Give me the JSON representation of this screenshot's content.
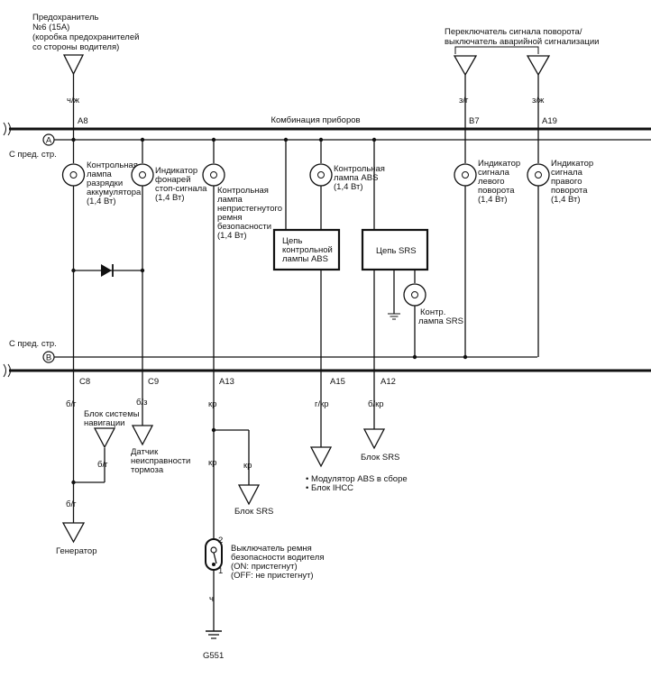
{
  "fuse": {
    "l1": "Предохранитель",
    "l2": "№6 (15А)",
    "l3": "(коробка предохранителей",
    "l4": "со стороны водителя)",
    "wire": "ч/ж"
  },
  "turn_switch": {
    "l1": "Переключатель сигнала поворота/",
    "l2": "выключатель аварийной сигнализации",
    "wire_left": "з/г",
    "wire_right": "з/ж"
  },
  "cluster_title": "Комбинация приборов",
  "top_pins": {
    "a8": "A8",
    "b7": "B7",
    "a19": "A19"
  },
  "bus_a": {
    "tag": "A",
    "label": "С пред. стр."
  },
  "bus_b": {
    "tag": "B",
    "label": "С пред. стр."
  },
  "lamps": {
    "charge": {
      "l1": "Контрольная",
      "l2": "лампа",
      "l3": "разрядки",
      "l4": "аккумулятора",
      "l5": "(1,4 Вт)"
    },
    "stop": {
      "l1": "Индикатор",
      "l2": "фонарей",
      "l3": "стоп-сигнала",
      "l4": "(1,4 Вт)"
    },
    "belt": {
      "l1": "Контрольная",
      "l2": "лампа",
      "l3": "непристегнутого",
      "l4": "ремня",
      "l5": "безопасности",
      "l6": "(1,4 Вт)"
    },
    "abs": {
      "l1": "Контрольная",
      "l2": "лампа ABS",
      "l3": "(1,4 Вт)"
    },
    "left": {
      "l1": "Индикатор",
      "l2": "сигнала",
      "l3": "левого",
      "l4": "поворота",
      "l5": "(1,4 Вт)"
    },
    "right": {
      "l1": "Индикатор",
      "l2": "сигнала",
      "l3": "правого",
      "l4": "поворота",
      "l5": "(1,4 Вт)"
    },
    "srs": {
      "l1": "Контр.",
      "l2": "лампа SRS"
    }
  },
  "abs_box": {
    "l1": "Цепь",
    "l2": "контрольной",
    "l3": "лампы ABS"
  },
  "srs_box": {
    "l1": "Цепь SRS"
  },
  "bottom_pins": {
    "c8": "C8",
    "c9": "C9",
    "a13": "A13",
    "a15": "A15",
    "a12": "A12"
  },
  "wires": {
    "c8": "б/г",
    "c9": "б/з",
    "a13": "кр",
    "a13_b": "кр",
    "branch": "кр",
    "a15": "г/кр",
    "a12": "б/кр",
    "nav": "б/г",
    "gen": "б/г",
    "ground": "ч"
  },
  "nav_unit": {
    "l1": "Блок системы",
    "l2": "навигации"
  },
  "brake_sensor": {
    "l1": "Датчик",
    "l2": "неисправности",
    "l3": "тормоза"
  },
  "generator": "Генератор",
  "srs_unit_a13": "Блок SRS",
  "srs_unit_a12": "Блок SRS",
  "abs_mod": {
    "l1": "• Модулятор ABS в сборе",
    "l2": "• Блок IHCC"
  },
  "belt_switch": {
    "l1": "Выключатель ремня",
    "l2": "безопасности водителя",
    "l3": "(ON: пристегнут)",
    "l4": "(OFF: не пристегнут)",
    "pin2": "2",
    "pin1": "1"
  },
  "ground_label": "G551"
}
